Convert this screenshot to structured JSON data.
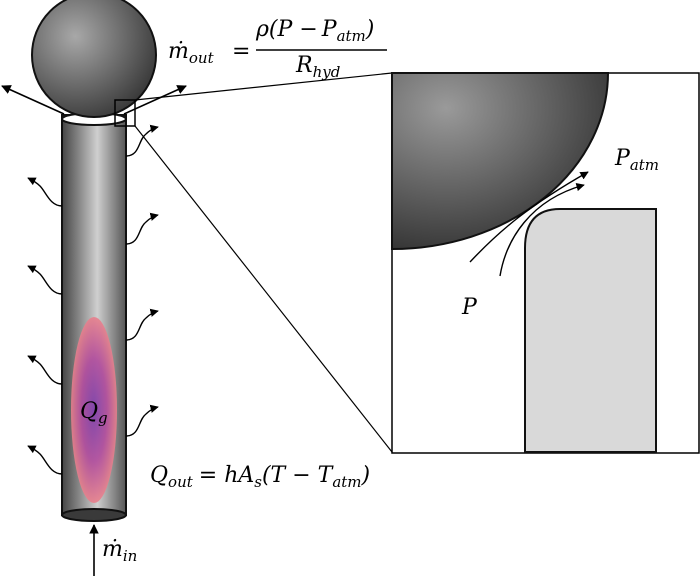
{
  "labels": {
    "mdot_out": "ṁ",
    "mdot_out_sub": "out",
    "eq1": "=",
    "rho_open": "ρ(",
    "p_minus": "P −",
    "p_atm_main": "P",
    "atm_sub": "atm",
    "close_paren": ")",
    "r_hyd": "R",
    "hyd_sub": "hyd",
    "p_atm_zoom": "P",
    "p_atm_zoom_sub": "atm",
    "p_zoom": "P",
    "q_g": "Q",
    "q_g_sub": "g",
    "q_out": "Q",
    "q_out_sub": "out",
    "q_out_rhs": "= hA",
    "s_sub": "s",
    "t_open": "(T − T",
    "t_atm_sub": "atm",
    "t_close": ")",
    "mdot_in": "ṁ",
    "mdot_in_sub": "in"
  },
  "colors": {
    "sphere_dark": "#3a3a3a",
    "sphere_light": "#9a9a9a",
    "rod_dark": "#4a4a4a",
    "rod_light": "#c4c4c4",
    "heat_zone_outer": "#e07a86",
    "heat_zone_inner": "#8a3fa6",
    "nozzle_fill": "#d9d9d9"
  }
}
